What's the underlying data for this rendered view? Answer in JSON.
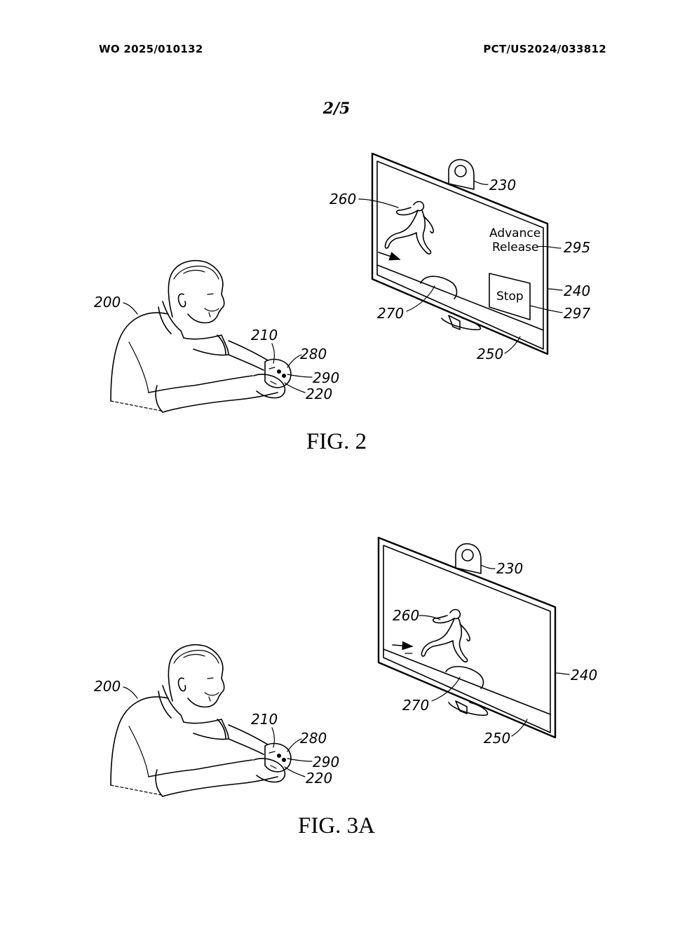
{
  "header": {
    "publication_number": "WO 2025/010132",
    "application_number": "PCT/US2024/033812"
  },
  "sheet": {
    "number": "2/5"
  },
  "figures": [
    {
      "caption": "FIG. 2",
      "labels": {
        "user": "200",
        "controller": "210",
        "hand": "220",
        "camera": "230",
        "display": "240",
        "screen": "250",
        "character": "260",
        "object": "270",
        "button_a": "280",
        "button_b": "290",
        "prompt_ref": "295",
        "stop_ref": "297"
      },
      "screen_text": {
        "prompt_line1": "Advance",
        "prompt_line2": "Release",
        "stop_button": "Stop"
      }
    },
    {
      "caption": "FIG. 3A",
      "labels": {
        "user": "200",
        "controller": "210",
        "hand": "220",
        "camera": "230",
        "display": "240",
        "screen": "250",
        "character": "260",
        "object": "270",
        "button_a": "280",
        "button_b": "290"
      }
    }
  ]
}
